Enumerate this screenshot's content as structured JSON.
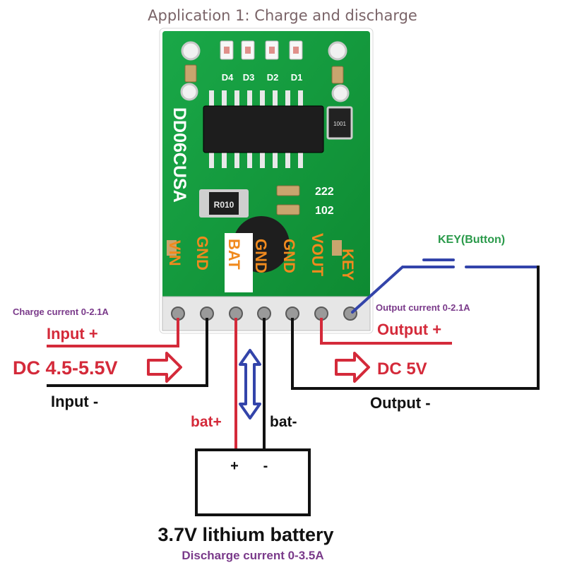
{
  "header": {
    "title": "Application 1: Charge and discharge"
  },
  "board": {
    "model": "DD06CUSA",
    "leds": [
      "D4",
      "D3",
      "D2",
      "D1"
    ],
    "resistor": "R010",
    "small_resistor": "1001",
    "caps": [
      "222",
      "102"
    ],
    "pins": [
      "VIN",
      "GND",
      "BAT",
      "GND",
      "GND",
      "VOUT",
      "KEY"
    ]
  },
  "labels": {
    "key_button": "KEY(Button)",
    "charge_current": "Charge current 0-2.1A",
    "output_current": "Output current 0-2.1A",
    "input_plus": "Input +",
    "input_minus": "Input -",
    "dc_in": "DC 4.5-5.5V",
    "output_plus": "Output +",
    "output_minus": "Output -",
    "dc_out": "DC 5V",
    "bat_plus": "bat+",
    "bat_minus": "bat-",
    "term_plus": "+",
    "term_minus": "-",
    "battery": "3.7V lithium battery",
    "discharge_current": "Discharge current  0-3.5A"
  },
  "colors": {
    "pcb": "#129a3a",
    "pin_label": "#f08a1e",
    "positive_wire": "#d42a3a",
    "negative_wire": "#111111",
    "key_wire": "#3344aa",
    "current_text": "#7a3a8a",
    "key_text": "#2a9a4a"
  }
}
